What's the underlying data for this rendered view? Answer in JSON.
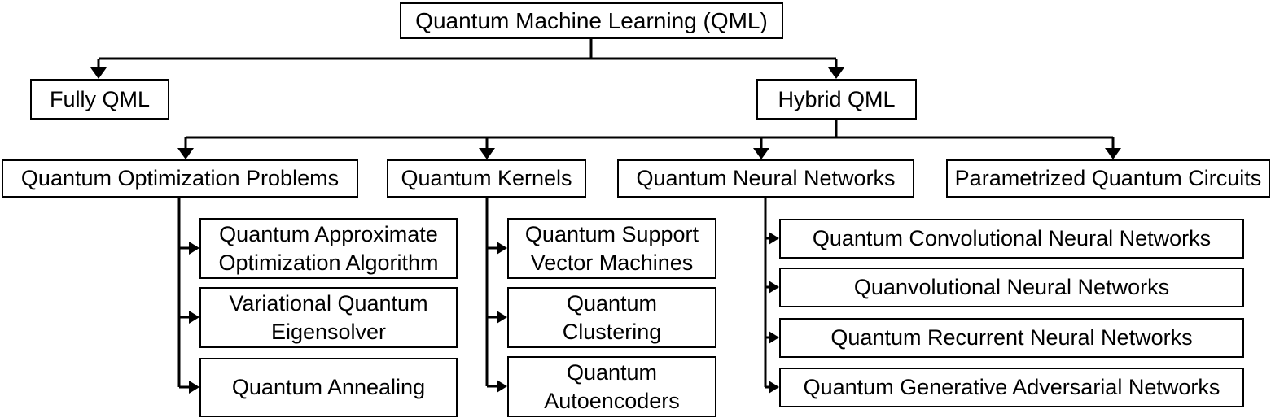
{
  "diagram": {
    "root": {
      "label": "Quantum Machine Learning (QML)"
    },
    "branches": [
      {
        "label": "Fully QML"
      },
      {
        "label": "Hybrid QML",
        "children": [
          {
            "label": "Quantum Optimization Problems",
            "children": [
              {
                "label": "Quantum Approximate Optimization Algorithm"
              },
              {
                "label": "Variational Quantum Eigensolver"
              },
              {
                "label": "Quantum Annealing"
              }
            ]
          },
          {
            "label": "Quantum Kernels",
            "children": [
              {
                "label": "Quantum Support Vector Machines"
              },
              {
                "label": "Quantum Clustering"
              },
              {
                "label": "Quantum Autoencoders"
              }
            ]
          },
          {
            "label": "Quantum Neural Networks",
            "children": [
              {
                "label": "Quantum Convolutional Neural Networks"
              },
              {
                "label": "Quanvolutional Neural Networks"
              },
              {
                "label": "Quantum Recurrent Neural Networks"
              },
              {
                "label": "Quantum Generative Adversarial Networks"
              }
            ]
          },
          {
            "label": "Parametrized Quantum Circuits",
            "children": []
          }
        ]
      }
    ],
    "colors": {
      "line": "#000000",
      "box_border": "#000000",
      "background": "#ffffff",
      "text": "#000000"
    }
  }
}
